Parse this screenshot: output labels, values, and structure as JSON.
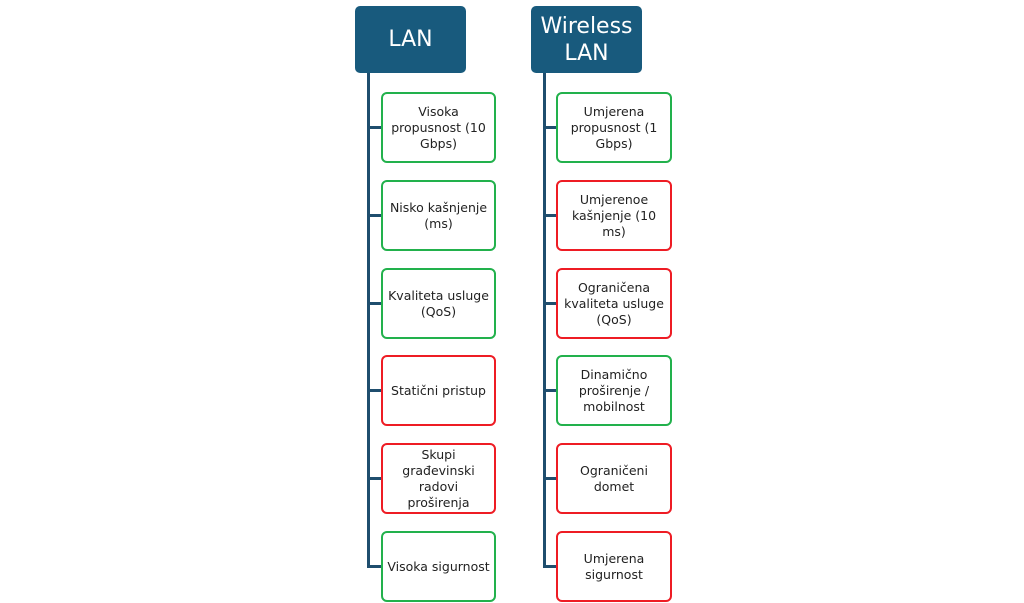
{
  "colors": {
    "header_bg": "#185a7d",
    "connector": "#1f4e6e",
    "positive_border": "#22b14c",
    "negative_border": "#ee1c24"
  },
  "columns": [
    {
      "title": "LAN",
      "items": [
        {
          "label": "Visoka propusnost (10 Gbps)",
          "status": "positive"
        },
        {
          "label": "Nisko kašnjenje (ms)",
          "status": "positive"
        },
        {
          "label": "Kvaliteta usluge (QoS)",
          "status": "positive"
        },
        {
          "label": "Statični pristup",
          "status": "negative"
        },
        {
          "label": "Skupi građevinski radovi proširenja",
          "status": "negative"
        },
        {
          "label": "Visoka sigurnost",
          "status": "positive"
        }
      ]
    },
    {
      "title": "Wireless LAN",
      "items": [
        {
          "label": "Umjerena propusnost (1 Gbps)",
          "status": "positive"
        },
        {
          "label": "Umjerenoe kašnjenje (10 ms)",
          "status": "negative"
        },
        {
          "label": "Ograničena kvaliteta usluge (QoS)",
          "status": "negative"
        },
        {
          "label": "Dinamično proširenje / mobilnost",
          "status": "positive"
        },
        {
          "label": "Ograničeni domet",
          "status": "negative"
        },
        {
          "label": "Umjerena sigurnost",
          "status": "negative"
        }
      ]
    }
  ]
}
